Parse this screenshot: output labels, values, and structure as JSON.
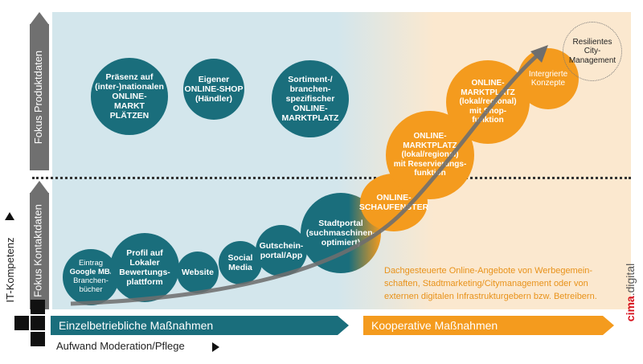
{
  "axes": {
    "y_label": "IT-Kompetenz",
    "x_label": "Aufwand Moderation/Pflege",
    "fokus_produkt": "Fokus Produktdaten",
    "fokus_kontakt": "Fokus Kontaktdaten"
  },
  "banners": {
    "left": "Einzelbetriebliche Maßnahmen",
    "right": "Kooperative Maßnahmen"
  },
  "circles": {
    "eintrag": {
      "l1": "Eintrag",
      "l2": "Google MB/",
      "l3": "Branchen-",
      "l4": "bücher"
    },
    "profil": {
      "l1": "Profil auf",
      "l2": "Lokaler",
      "l3": "Bewertungs-",
      "l4": "plattform"
    },
    "website": {
      "l1": "Website"
    },
    "social": {
      "l1": "Social",
      "l2": "Media"
    },
    "gutschein": {
      "l1": "Gutschein-",
      "l2": "portal/App"
    },
    "stadtportal": {
      "l1": "Stadtportal",
      "l2": "(suchmaschinen-",
      "l3": "optimiert)"
    },
    "praesenz": {
      "l1": "Präsenz auf",
      "l2": "(inter-)nationalen",
      "l3": "ONLINE-",
      "l4": "MARKT",
      "l5": "PLÄTZEN"
    },
    "eigener_shop": {
      "l1": "Eigener",
      "l2": "ONLINE-SHOP",
      "l3": "(Händler)"
    },
    "sortiment": {
      "l1": "Sortiment-/",
      "l2": "branchen-",
      "l3": "spezifischer",
      "l4": "ONLINE-",
      "l5": "MARKTPLATZ"
    },
    "schaufenster": {
      "l1": "ONLINE-",
      "l2": "SCHAUFENSTER"
    },
    "marktplatz_res": {
      "l1": "ONLINE-",
      "l2": "MARKTPLATZ",
      "l3": "(lokal/regional)",
      "l4": "mit Reservierungs-",
      "l5": "funktion"
    },
    "marktplatz_shop": {
      "l1": "ONLINE-",
      "l2": "MARKTPLATZ",
      "l3": "(lokal/regional)",
      "l4": "mit Shop-",
      "l5": "funktion"
    },
    "integriert": {
      "l1": "Intergrierte",
      "l2": "Konzepte"
    },
    "resilient": {
      "l1": "Resilientes",
      "l2": "City-",
      "l3": "Management"
    }
  },
  "note": {
    "l1": "Dachgesteuerte Online-Angebote von Werbegemein-",
    "l2": "schaften, Stadtmarketing/Citymanagement oder von",
    "l3": "externen digitalen Infrastrukturgebern bzw. Betreibern."
  },
  "brand": {
    "a": "cima",
    "b": ".digital"
  },
  "colors": {
    "teal": "#1a6e7c",
    "orange": "#f49b1e",
    "grey": "#707070",
    "arrow": "#6e6e6e"
  }
}
